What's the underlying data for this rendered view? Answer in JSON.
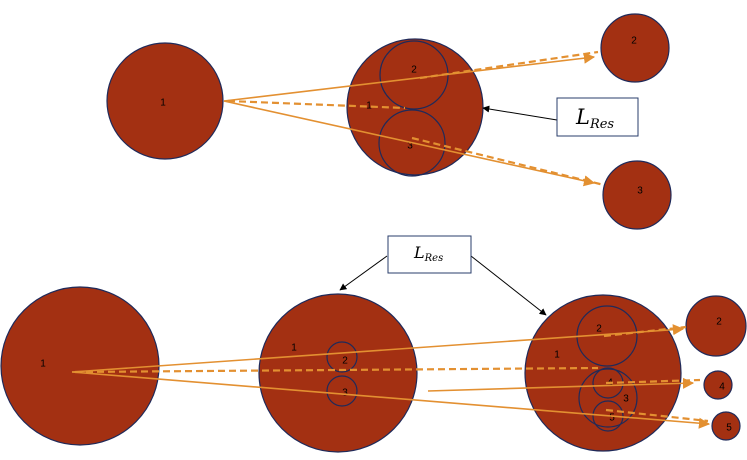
{
  "top": {
    "source_label": "1",
    "resonator_labels": [
      "1",
      "2",
      "3"
    ],
    "target_labels": [
      "2",
      "3"
    ],
    "lres_main": "L",
    "lres_sub": "Res"
  },
  "bottom": {
    "source_label": "1",
    "res1_labels": [
      "1",
      "2",
      "3"
    ],
    "res2_labels": [
      "1",
      "2",
      "4",
      "3",
      "5"
    ],
    "target_labels": [
      "2",
      "4",
      "5"
    ],
    "lres_main": "L",
    "lres_sub": "Res"
  },
  "colors": {
    "node_fill": "#a33012",
    "node_stroke": "#1f2a5a",
    "ray": "#e39031"
  }
}
